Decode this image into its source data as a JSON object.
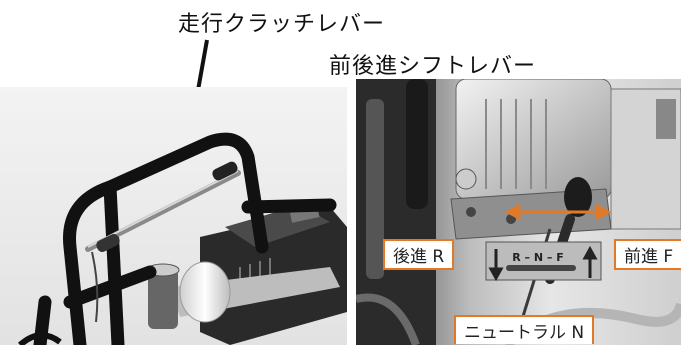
{
  "labels": {
    "clutch_lever": "走行クラッチレバー",
    "shift_lever": "前後進シフトレバー"
  },
  "shift_tags": {
    "reverse": "後進 R",
    "forward": "前進 F",
    "neutral": "ニュートラル N"
  },
  "shift_plate": {
    "text": "R – N – F"
  },
  "colors": {
    "accent": "#e07a28",
    "frame": "#111111"
  }
}
